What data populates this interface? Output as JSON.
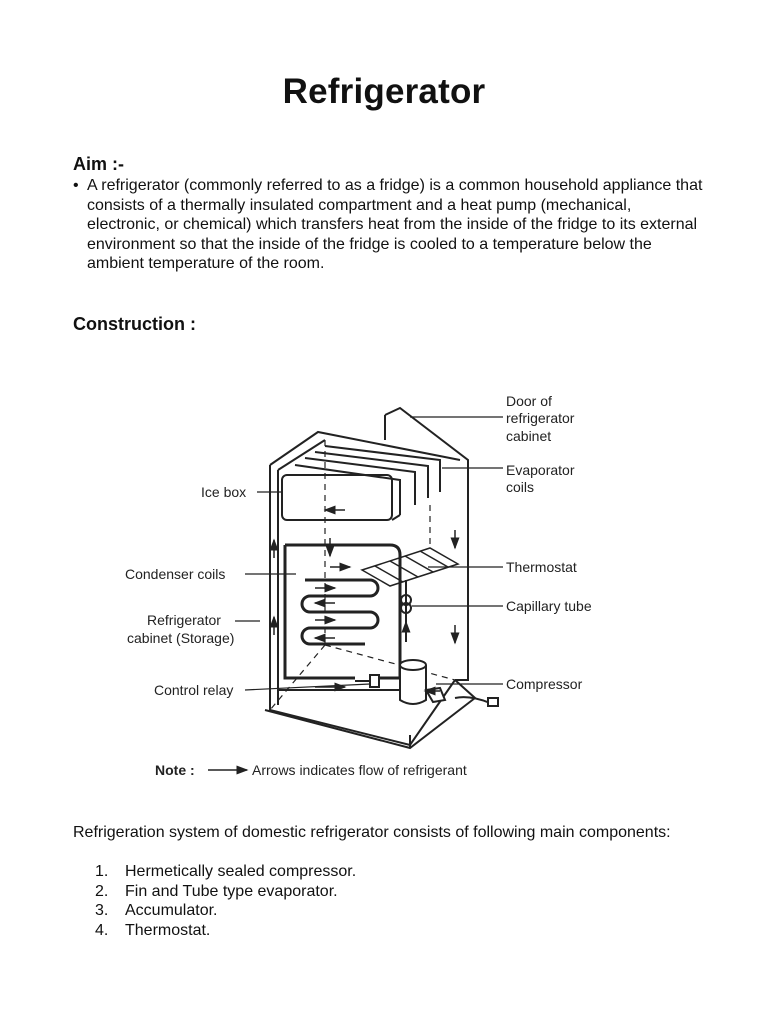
{
  "title": "Refrigerator",
  "aim": {
    "heading": "Aim :-",
    "bullet": "•",
    "text": "A refrigerator (commonly referred to as a fridge) is a common household appliance that consists of a thermally insulated compartment and a heat pump (mechanical, electronic, or chemical) which transfers heat from the inside of the fridge to its external environment so that the inside of the fridge is cooled to a temperature below the ambient temperature of the room."
  },
  "construction": {
    "heading": "Construction :"
  },
  "diagram": {
    "labels": {
      "door_line1": "Door of",
      "door_line2": "refrigerator",
      "door_line3": "cabinet",
      "evap_line1": "Evaporator",
      "evap_line2": "coils",
      "thermostat": "Thermostat",
      "capillary": "Capillary tube",
      "compressor": "Compressor",
      "icebox": "Ice box",
      "condenser": "Condenser coils",
      "cabinet_line1": "Refrigerator",
      "cabinet_line2": "cabinet (Storage)",
      "relay": "Control relay"
    },
    "note_label": "Note :",
    "note_text": "Arrows indicates flow of refrigerant"
  },
  "components": {
    "intro": "Refrigeration system of domestic refrigerator consists of following main components:",
    "items": [
      {
        "num": "1.",
        "text": "Hermetically sealed compressor."
      },
      {
        "num": "2.",
        "text": "Fin and Tube type evaporator."
      },
      {
        "num": "3.",
        "text": "Accumulator."
      },
      {
        "num": "4.",
        "text": "Thermostat."
      }
    ]
  }
}
